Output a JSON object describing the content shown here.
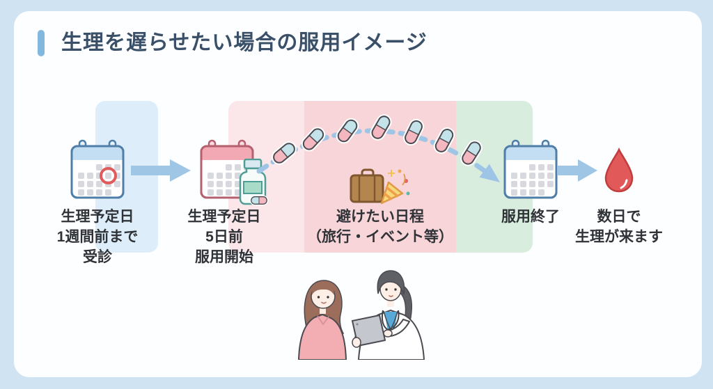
{
  "title": {
    "text": "生理を遅らせたい場合の服用イメージ"
  },
  "timeline": {
    "steps": [
      {
        "icon": "calendar-marked-icon",
        "lines": [
          "生理予定日",
          "1週間前まで",
          "受診"
        ]
      },
      {
        "icon": "calendar-medicine-start-icon",
        "lines": [
          "生理予定日",
          "5日前",
          "服用開始"
        ]
      },
      {
        "icon": "suitcase-party-popper-icon",
        "lines": [
          "避けたい日程",
          "（旅行・イベント等）"
        ]
      },
      {
        "icon": "calendar-end-icon",
        "lines": [
          "服用終了"
        ]
      },
      {
        "icon": "blood-drop-icon",
        "lines": [
          "数日で",
          "生理が来ます"
        ]
      }
    ],
    "pill_count": 7
  },
  "palette": {
    "background": "#cfe3f2",
    "card": "#fdfeff",
    "title_text": "#3a5068",
    "accent_bar": "#82b7de",
    "phase_blue_band": "#ddeefa",
    "phase_pink_light_band": "#fbe7e9",
    "phase_pink_band": "#f8d5d8",
    "phase_green_band": "#d8edde",
    "arrow_blue": "#a0c6e6",
    "capsule_pink": "#f4b6bf",
    "capsule_blue": "#c3e2ea",
    "calendar_blue_header": "#c3def2",
    "calendar_pink_header": "#f3a9b3",
    "blood_drop_red": "#e25959",
    "label_text": "#2f3237"
  }
}
